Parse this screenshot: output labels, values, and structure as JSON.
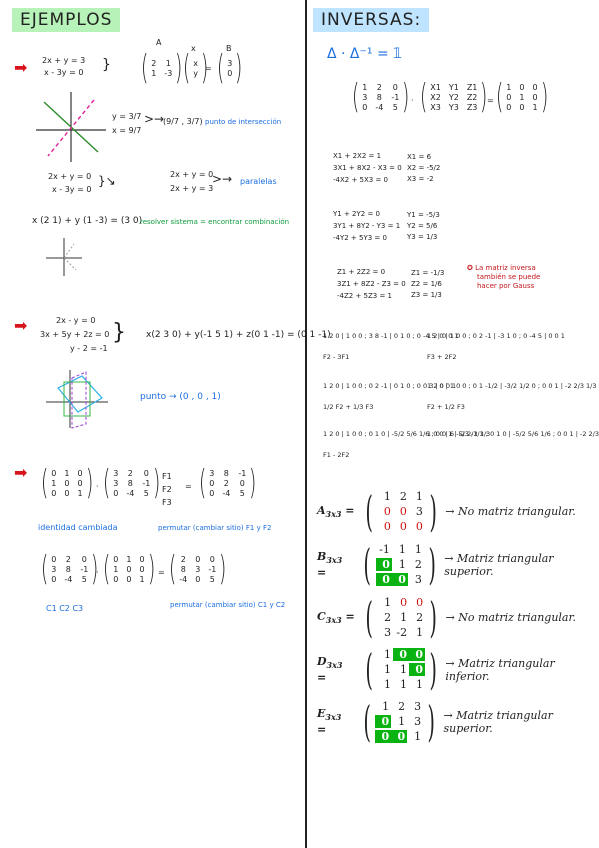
{
  "headers": {
    "left": "EJEMPLOS",
    "right": "INVERSAS:"
  },
  "left": {
    "ex1": {
      "system": [
        "2x + y = 3",
        "x - 3y = 0"
      ],
      "matrix_label_top": [
        "A",
        "x",
        "B"
      ],
      "A": [
        [
          "2",
          "1"
        ],
        [
          "1",
          "-3"
        ]
      ],
      "X": [
        [
          "x"
        ],
        [
          "y"
        ]
      ],
      "B": [
        [
          "3"
        ],
        [
          "0"
        ]
      ],
      "solution": [
        "y = 3/7",
        "x = 9/7"
      ],
      "point": "(9/7 , 3/7)",
      "point_label": "punto de intersección"
    },
    "ex2": {
      "system": [
        "2x + y = 0",
        "x - 3y = 0"
      ],
      "system_b": [
        "2x + y = 0",
        "2x + y = 3"
      ],
      "label": "paralelas"
    },
    "ex3": {
      "eq": "x (2 1) + y (1 -3) = (3 0)",
      "label": "resolver sistema = encontrar combinación"
    },
    "ex4": {
      "system": [
        "2x - y = 0",
        "3x + 5y + 2z = 0",
        "y - 2 = -1"
      ],
      "eq": "x(2 3 0) + y(-1 5 1) + z(0 1 -1) = (0 1 -1)",
      "label": "punto → (0 , 0 , 1)"
    },
    "ex5": {
      "P": [
        [
          "0",
          "1",
          "0"
        ],
        [
          "1",
          "0",
          "0"
        ],
        [
          "0",
          "0",
          "1"
        ]
      ],
      "M": [
        [
          "3",
          "2",
          "0"
        ],
        [
          "3",
          "8",
          "-1"
        ],
        [
          "0",
          "-4",
          "5"
        ]
      ],
      "rows": [
        "F1",
        "F2",
        "F3"
      ],
      "R": [
        [
          "3",
          "8",
          "-1"
        ],
        [
          "0",
          "2",
          "0"
        ],
        [
          "0",
          "-4",
          "5"
        ]
      ],
      "label_left": "identidad cambiada",
      "label_right": "permutar (cambiar sitio) F1 y F2"
    },
    "ex6": {
      "M": [
        [
          "0",
          "2",
          "0"
        ],
        [
          "3",
          "8",
          "-1"
        ],
        [
          "0",
          "-4",
          "5"
        ]
      ],
      "P": [
        [
          "0",
          "1",
          "0"
        ],
        [
          "1",
          "0",
          "0"
        ],
        [
          "0",
          "0",
          "1"
        ]
      ],
      "R": [
        [
          "2",
          "0",
          "0"
        ],
        [
          "8",
          "3",
          "-1"
        ],
        [
          "-4",
          "0",
          "5"
        ]
      ],
      "cols": "C1  C2  C3",
      "label_right": "permutar (cambiar sitio) C1 y C2"
    }
  },
  "right": {
    "delta": "Δ · Δ⁻¹ = 𝟙",
    "inv_eq": {
      "A": [
        [
          "1",
          "2",
          "0"
        ],
        [
          "3",
          "8",
          "-1"
        ],
        [
          "0",
          "-4",
          "5"
        ]
      ],
      "X": [
        [
          "X1",
          "Y1",
          "Z1"
        ],
        [
          "X2",
          "Y2",
          "Z2"
        ],
        [
          "X3",
          "Y3",
          "Z3"
        ]
      ],
      "I": [
        [
          "1",
          "0",
          "0"
        ],
        [
          "0",
          "1",
          "0"
        ],
        [
          "0",
          "0",
          "1"
        ]
      ]
    },
    "sys_x": {
      "eqs": [
        "X1 + 2X2 = 1",
        "3X1 + 8X2 - X3 = 0",
        "-4X2 + 5X3 = 0"
      ],
      "sol": [
        "X1 = 6",
        "X2 = -5/2",
        "X3 = -2"
      ]
    },
    "sys_y": {
      "eqs": [
        "Y1 + 2Y2 = 0",
        "3Y1 + 8Y2 - Y3 = 1",
        "-4Y2 + 5Y3 = 0"
      ],
      "sol": [
        "Y1 = -5/3",
        "Y2 = 5/6",
        "Y3 = 1/3"
      ]
    },
    "sys_z": {
      "eqs": [
        "Z1 + 2Z2 = 0",
        "3Z1 + 8Z2 - Z3 = 0",
        "-4Z2 + 5Z3 = 1"
      ],
      "sol": [
        "Z1 = -1/3",
        "Z2 = 1/6",
        "Z3 = 1/3"
      ]
    },
    "note": [
      "La matriz inversa",
      "también se puede",
      "hacer por Gauss"
    ],
    "gauss1": {
      "left": "1 2 0 | 1 0 0 ; 3 8 -1 | 0 1 0 ; 0 -4 5 | 0 0 1",
      "op1": "F2 - 3F1",
      "mid": "1 2 0 | 1 0 0 ; 0 2 -1 | -3 1 0 ; 0 -4 5 | 0 0 1",
      "op2": "F3 + 2F2"
    },
    "gauss2": {
      "left": "1 2 0 | 1 0 0 ; 0 2 -1 | 0 1 0 ; 0 0 3 | 0 0 1",
      "op1": "1/2 F2 + 1/3 F3",
      "mid": "1 2 0 | 1 0 0 ; 0 1 -1/2 | -3/2 1/2 0 ; 0 0 1 | -2 2/3 1/3",
      "op2": "F2 + 1/2 F3"
    },
    "gauss3": {
      "left": "1 2 0 | 1 0 0 ; 0 1 0 | -5/2 5/6 1/6 ; 0 0 1 | -2 2/3 1/3",
      "op1": "F1 - 2F2",
      "mid": "1 0 0 | 6 -5/3 -1/3 ; 0 1 0 | -5/2 5/6 1/6 ; 0 0 1 | -2 2/3 1/3"
    },
    "classes": [
      {
        "label": "A",
        "sub": "3x3",
        "rows": [
          [
            "1",
            "2",
            "1"
          ],
          [
            "0",
            "0",
            "3"
          ],
          [
            "0",
            "0",
            "0"
          ]
        ],
        "mark": [
          [
            0,
            0,
            0
          ],
          [
            1,
            1,
            0
          ],
          [
            1,
            1,
            1
          ]
        ],
        "mark_color": "red",
        "desc": "→ No matriz triangular."
      },
      {
        "label": "B",
        "sub": "3x3",
        "rows": [
          [
            "-1",
            "1",
            "1"
          ],
          [
            "0",
            "1",
            "2"
          ],
          [
            "0",
            "0",
            "3"
          ]
        ],
        "mark": [
          [
            0,
            0,
            0
          ],
          [
            1,
            0,
            0
          ],
          [
            1,
            1,
            0
          ]
        ],
        "mark_color": "green",
        "desc": "→ Matriz triangular superior."
      },
      {
        "label": "C",
        "sub": "3x3",
        "rows": [
          [
            "1",
            "0",
            "0"
          ],
          [
            "2",
            "1",
            "2"
          ],
          [
            "3",
            "-2",
            "1"
          ]
        ],
        "mark": [
          [
            0,
            1,
            1
          ],
          [
            0,
            0,
            0
          ],
          [
            0,
            0,
            0
          ]
        ],
        "mark_color": "red",
        "desc": "→ No matriz triangular."
      },
      {
        "label": "D",
        "sub": "3x3",
        "rows": [
          [
            "1",
            "0",
            "0"
          ],
          [
            "1",
            "1",
            "0"
          ],
          [
            "1",
            "1",
            "1"
          ]
        ],
        "mark": [
          [
            0,
            1,
            1
          ],
          [
            0,
            0,
            1
          ],
          [
            0,
            0,
            0
          ]
        ],
        "mark_color": "green",
        "desc": "→ Matriz triangular inferior."
      },
      {
        "label": "E",
        "sub": "3x3",
        "rows": [
          [
            "1",
            "2",
            "3"
          ],
          [
            "0",
            "1",
            "3"
          ],
          [
            "0",
            "0",
            "1"
          ]
        ],
        "mark": [
          [
            0,
            0,
            0
          ],
          [
            1,
            0,
            0
          ],
          [
            1,
            1,
            0
          ]
        ],
        "mark_color": "green",
        "desc": "→ Matriz triangular superior."
      }
    ]
  }
}
